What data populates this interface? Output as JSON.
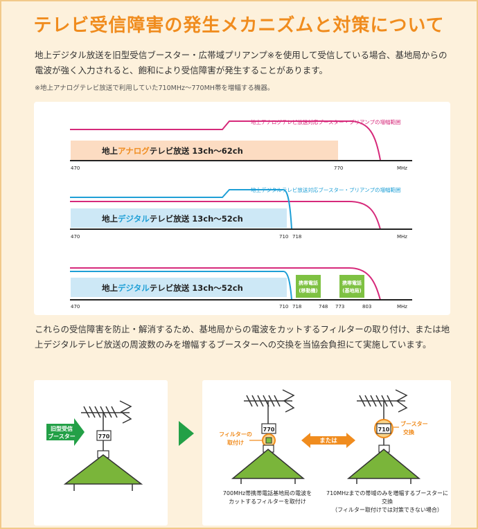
{
  "title": "テレビ受信障害の発生メカニズムと対策について",
  "intro": "地上デジタル放送を旧型受信ブースター・広帯域プリアンプ※を使用して受信している場合、基地局からの電波が強く入力されると、飽和により受信障害が発生することがあります。",
  "note": "※地上アナログテレビ放送で利用していた710MHz～770MH帯を増幅する機器。",
  "chart_data": {
    "type": "bar",
    "x_unit": "MHz",
    "panels": [
      {
        "range_label": "地上アナログテレビ放送対応ブースター・プリアンプの増幅範囲",
        "range_color": "#d6297a",
        "band": {
          "prefix": "地上",
          "highlight": "アナログ",
          "suffix": "テレビ放送 13ch～62ch",
          "start": 470,
          "end": 770
        },
        "ticks": [
          "470",
          "770",
          "MHz"
        ]
      },
      {
        "range_label": "地上デジタルテレビ放送対応ブースター・プリアンプの増幅範囲",
        "range_color": "#1e9fd6",
        "band": {
          "prefix": "地上",
          "highlight": "デジタル",
          "suffix": "テレビ放送 13ch～52ch",
          "start": 470,
          "end": 710
        },
        "ticks": [
          "470",
          "710",
          "718",
          "MHz"
        ]
      },
      {
        "band": {
          "prefix": "地上",
          "highlight": "デジタル",
          "suffix": "テレビ放送 13ch～52ch",
          "start": 470,
          "end": 710
        },
        "mobile_bands": [
          {
            "line1": "携帯電話",
            "line2": "(移動機)",
            "start": 718,
            "end": 748
          },
          {
            "line1": "携帯電話",
            "line2": "(基地局)",
            "start": 773,
            "end": 803
          }
        ],
        "ticks": [
          "470",
          "710",
          "718",
          "748",
          "773",
          "803",
          "MHz"
        ]
      }
    ]
  },
  "bottom_text": "これらの受信障害を防止・解消するため、基地局からの電波をカットするフィルターの取り付け、または地上デジタルテレビ放送の周波数のみを増幅するブースターへの交換を当協会負担にて実施しています。",
  "left_panel": {
    "booster_label_1": "旧型受信",
    "booster_label_2": "ブースター",
    "box_label": "770"
  },
  "right_panel": {
    "filter_label_1": "フィルターの",
    "filter_label_2": "取付け",
    "filter_box": "770",
    "or_label": "または",
    "booster_label_1": "ブースター",
    "booster_label_2": "交換",
    "booster_box": "710",
    "caption_left_1": "700MHz帯携帯電話基地局の電波を",
    "caption_left_2": "カットするフィルターを取付け",
    "caption_right_1": "710MHzまでの帯域のみを増幅するブースターに交換",
    "caption_right_2": "（フィルター取付けでは対策できない場合）"
  },
  "colors": {
    "accent": "#f08c1e",
    "pink": "#d6297a",
    "blue": "#1e9fd6",
    "green": "#23a047",
    "roof": "#7ab53a",
    "band_analog": "#fcdcc2",
    "band_digital": "#cde8f6",
    "band_mobile": "#7ec142"
  }
}
